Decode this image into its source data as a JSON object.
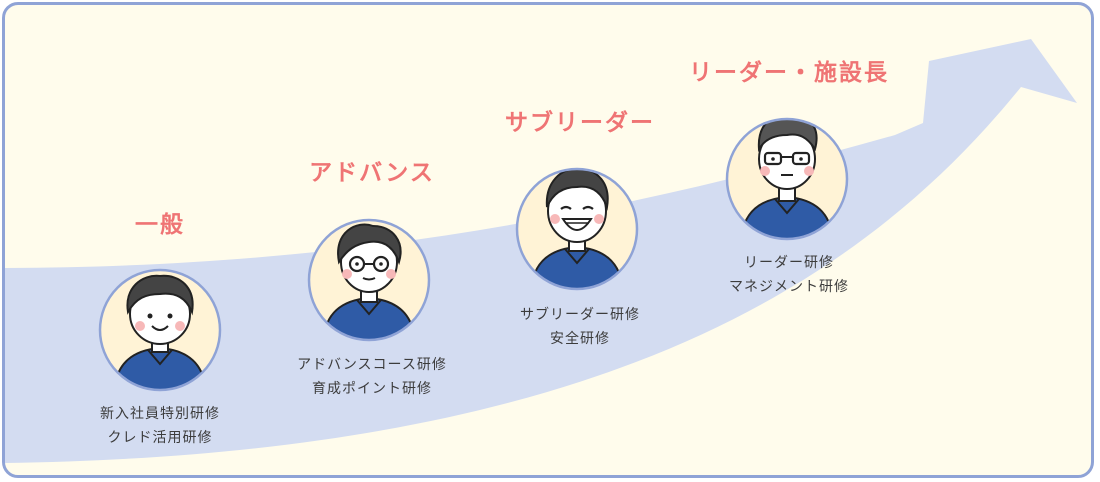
{
  "stages": [
    {
      "title": "一般",
      "courses": [
        "新入社員特別研修",
        "クレド活用研修"
      ],
      "avatar_icon": "smiling-staff-avatar-icon"
    },
    {
      "title": "アドバンス",
      "courses": [
        "アドバンスコース研修",
        "育成ポイント研修"
      ],
      "avatar_icon": "glasses-staff-avatar-icon"
    },
    {
      "title": "サブリーダー",
      "courses": [
        "サブリーダー研修",
        "安全研修"
      ],
      "avatar_icon": "laughing-staff-avatar-icon"
    },
    {
      "title": "リーダー・施設長",
      "courses": [
        "リーダー研修",
        "マネジメント研修"
      ],
      "avatar_icon": "senior-glasses-staff-avatar-icon"
    }
  ],
  "colors": {
    "frame_border": "#8fa3d6",
    "background": "#fffcec",
    "arrow": "#d3dcf1",
    "title": "#ef7474",
    "uniform": "#2f5ba6",
    "avatar_bg": "#fff3d6"
  }
}
